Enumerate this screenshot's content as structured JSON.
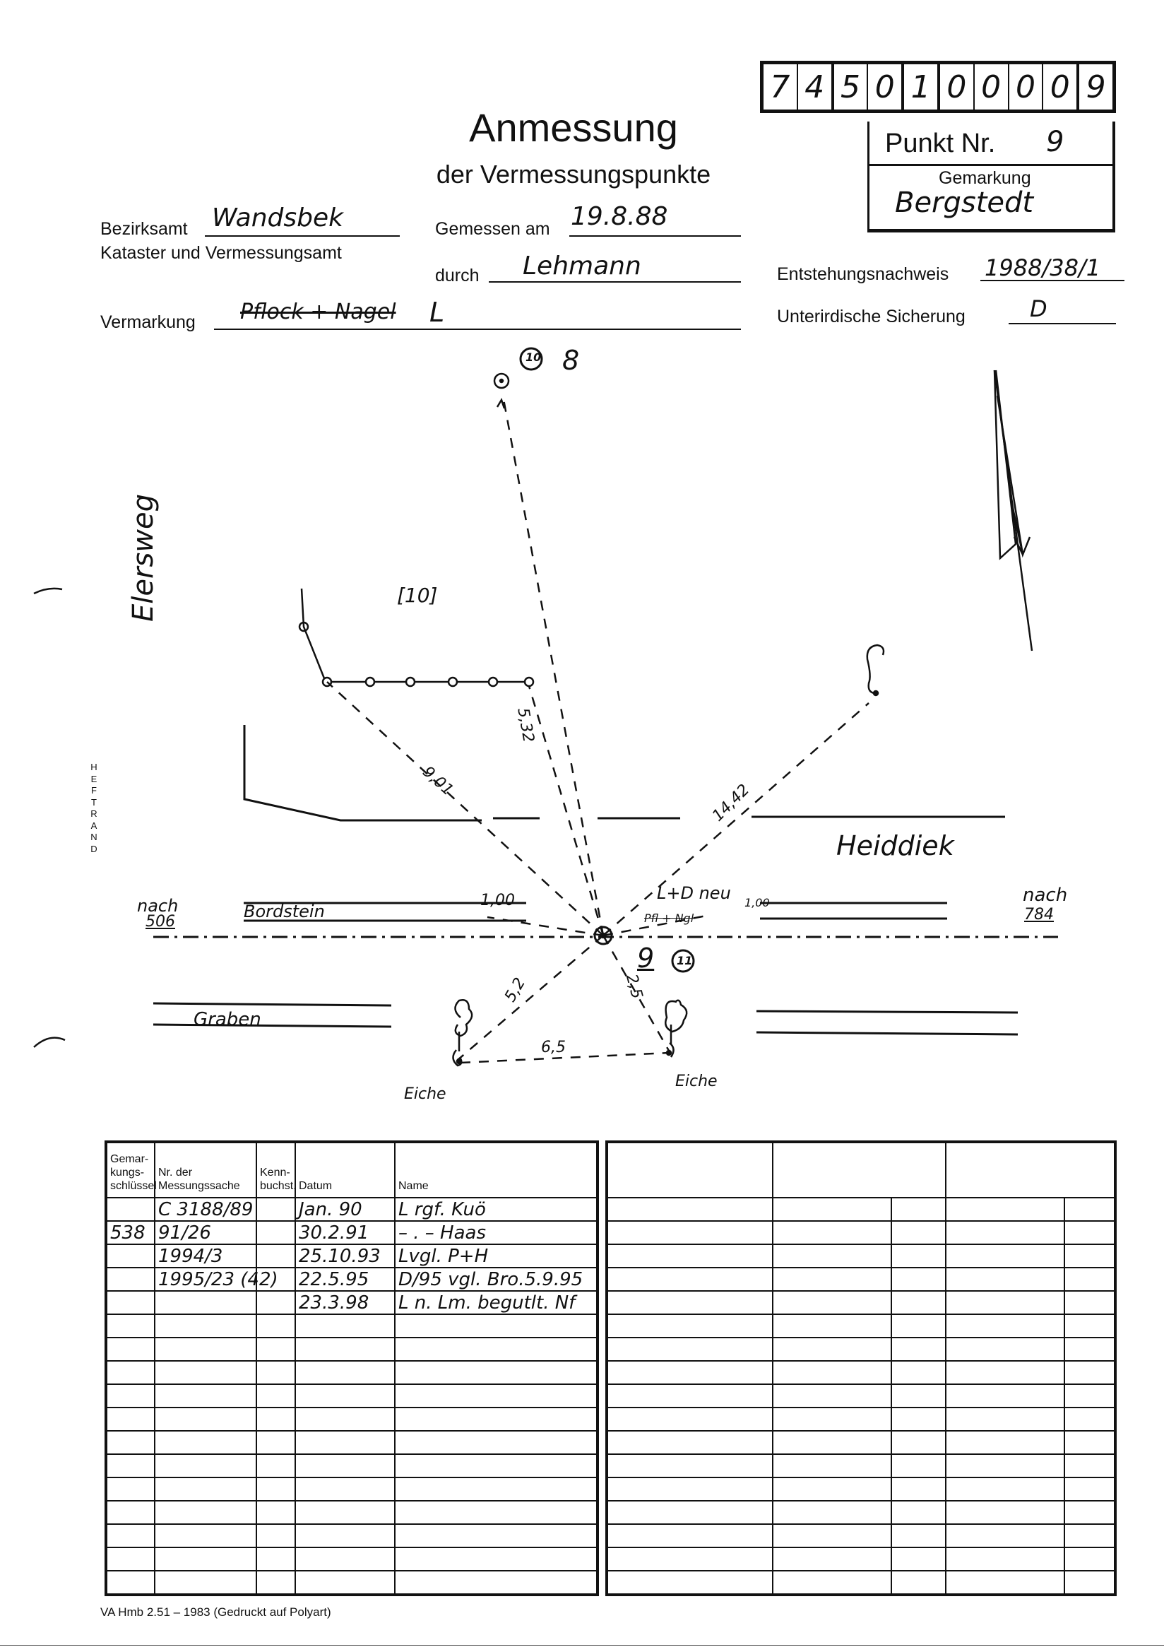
{
  "form_number_digits": [
    "7",
    "4",
    "5",
    "0",
    "1",
    "0",
    "0",
    "0",
    "0",
    "9"
  ],
  "title": "Anmessung",
  "subtitle": "der Vermessungspunkte",
  "punkt": {
    "label": "Punkt Nr.",
    "value": "9",
    "gemarkung_label": "Gemarkung",
    "gemarkung_value": "Bergstedt"
  },
  "fields": {
    "bezirksamt_label": "Bezirksamt",
    "bezirksamt_value": "Wandsbek",
    "amt_label": "Kataster und Vermessungsamt",
    "gemessen_label": "Gemessen am",
    "gemessen_value": "19.8.88",
    "durch_label": "durch",
    "durch_value": "Lehmann",
    "entstehung_label": "Entstehungsnachweis",
    "entstehung_value": "1988/38/1",
    "vermarkung_label": "Vermarkung",
    "vermarkung_struck": "Pflock + Nagel",
    "vermarkung_value": "L",
    "sicherung_label": "Unterirdische Sicherung",
    "sicherung_value": "D"
  },
  "margin_label": "HEFTRAND",
  "sketch": {
    "point_top_label": "8",
    "point_top_circled": "10",
    "parcel_label": "[10]",
    "street_west": "Elersweg",
    "street_main": "Heiddiek",
    "curb_label": "Bordstein",
    "curb_distance": "1,00",
    "curb_distance_right": "1,00",
    "new_marker_note": "L+D neu",
    "old_marker_note": "Pfl + Ngl",
    "to_west": "nach",
    "to_west_number": "506",
    "to_east": "nach",
    "to_east_number": "784",
    "center_point_label": "9",
    "center_point_circled": "11",
    "ditch_label": "Graben",
    "tree_label_left": "Eiche",
    "tree_label_right": "Eiche",
    "distances": {
      "to_point_8": "5,32",
      "to_corner": "9,01",
      "to_east": "14,42",
      "to_tree_left": "5,2",
      "to_tree_right": "2,5",
      "trees": "6,5"
    }
  },
  "left_table": {
    "headers": [
      "Gemar-\nkungs-\nschlüssel",
      "Nr. der\nMessungssache",
      "Kenn-\nbuchst.",
      "Datum",
      "Name"
    ],
    "rows": [
      [
        "",
        "C 3188/89",
        "",
        "Jan. 90",
        "L rgf.   Kuö"
      ],
      [
        "538",
        "91/26",
        "",
        "30.2.91",
        "– . –   Haas"
      ],
      [
        "",
        "1994/3",
        "",
        "25.10.93",
        "Lvgl.   P+H"
      ],
      [
        "",
        "1995/23 (42)",
        "",
        "22.5.95",
        "D/95 vgl.   Bro.5.9.95"
      ],
      [
        "",
        "",
        "",
        "23.3.98",
        "L n. Lm. begutlt. Nf"
      ]
    ],
    "total_rows": 17
  },
  "right_table": {
    "total_rows": 17
  },
  "footer": "VA Hmb 2.51 – 1983 (Gedruckt auf Polyart)"
}
